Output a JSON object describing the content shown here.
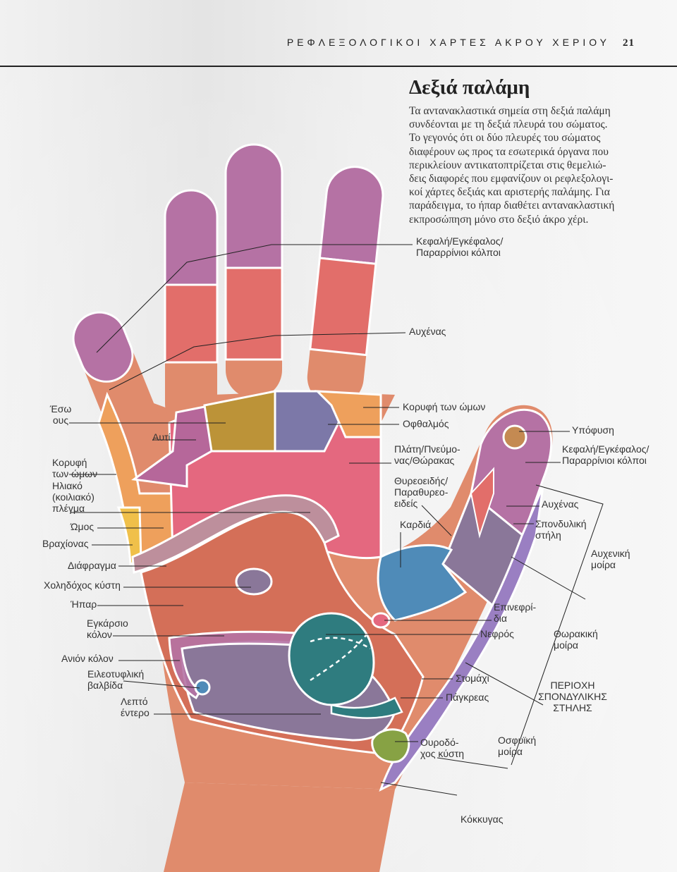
{
  "header": {
    "running_title": "ΡΕΦΛΕΞΟΛΟΓΙΚΟΙ ΧΑΡΤΕΣ ΑΚΡΟΥ ΧΕΡΙΟΥ",
    "page_number": "21"
  },
  "article": {
    "title": "Δεξιά παλάμη",
    "intro_lines": [
      "Τα αντανακλαστικά σημεία στη δεξιά παλάμη",
      "συνδέονται με τη δεξιά πλευρά του σώματος.",
      "Το γεγονός ότι οι δύο πλευρές του σώματος",
      "διαφέρουν ως προς τα εσωτερικά όργανα που",
      "περικλείουν αντικατοπτρίζεται στις θεμελιώ-",
      "δεις διαφορές που εμφανίζουν οι ρεφλεξολογι-",
      "κοί χάρτες δεξιάς και αριστερής παλάμης. Για",
      "παράδειγμα, το ήπαρ διαθέτει αντανακλαστική",
      "εκπροσώπηση μόνο στο δεξιό άκρο χέρι."
    ]
  },
  "labels": {
    "head_sinus": [
      "Κεφαλή/Εγκέφαλος/",
      "Παραρρίνιοι κόλποι"
    ],
    "neck": [
      "Αυχένας"
    ],
    "inner_ear": [
      "Έσω",
      "ους"
    ],
    "ear": [
      "Αυτί"
    ],
    "shoulder_top_right": [
      "Κορυφή των ώμων"
    ],
    "eye": [
      "Οφθαλμός"
    ],
    "back_lung": [
      "Πλάτη/Πνεύμο-",
      "νας/Θώρακας"
    ],
    "thyroid": [
      "Θυρεοειδής/",
      "Παραθυρεο-",
      "ειδείς"
    ],
    "heart": [
      "Καρδιά"
    ],
    "shoulder_top_left": [
      "Κορυφή",
      "των ώμων"
    ],
    "solar_plexus": [
      "Ηλιακό",
      "(κοιλιακό)",
      "πλέγμα"
    ],
    "shoulder": [
      "Ώμος"
    ],
    "arm": [
      "Βραχίονας"
    ],
    "diaphragm": [
      "Διάφραγμα"
    ],
    "gallbladder": [
      "Χοληδόχος κύστη"
    ],
    "liver": [
      "Ήπαρ"
    ],
    "transverse_colon": [
      "Εγκάρσιο",
      "κόλον"
    ],
    "ascending_colon": [
      "Ανιόν κόλον"
    ],
    "ileocecal_valve": [
      "Ειλεοτυφλική",
      "βαλβίδα"
    ],
    "small_intestine": [
      "Λεπτό",
      "έντερο"
    ],
    "pituitary": [
      "Υπόφυση"
    ],
    "thumb_head_sinus": [
      "Κεφαλή/Εγκέφαλος/",
      "Παραρρίνιοι κόλποι"
    ],
    "thumb_neck": [
      "Αυχένας"
    ],
    "spine": [
      "Σπονδυλική",
      "στήλη"
    ],
    "cervical_part": [
      "Αυχενική",
      "μοίρα"
    ],
    "adrenal": [
      "Επινεφρί-",
      "δια"
    ],
    "kidney": [
      "Νεφρός"
    ],
    "thoracic_part": [
      "Θωρακική",
      "μοίρα"
    ],
    "stomach": [
      "Στομάχι"
    ],
    "pancreas": [
      "Πάγκρεας"
    ],
    "spine_region": [
      "ΠΕΡΙΟΧΗ",
      "ΣΠΟΝΔΥΛΙΚΗΣ",
      "ΣΤΗΛΗΣ"
    ],
    "bladder": [
      "Ουροδό-",
      "χος κύστη"
    ],
    "lumbar_part": [
      "Οσφυϊκή",
      "μοίρα"
    ],
    "coccyx": [
      "Κόκκυγας"
    ]
  },
  "zone_colors": {
    "skin": "#e08b6c",
    "head_zone": "#b572a4",
    "neck_zone": "#e26e6a",
    "palm_center": "#e4687f",
    "ear_zone": "#b6679a",
    "inner_ear_zone": "#bc9338",
    "eye_zone": "#7c78a8",
    "shoulder_zone": "#eea05c",
    "arm_zone": "#f0c04a",
    "diaphragm_band": "#bd8f9c",
    "lower_palm": "#d46f58",
    "intestine_zone": "#8a7799",
    "stomach_zone": "#2f7c7f",
    "heart_zone": "#4f8bb8",
    "spine_zone": "#9a7fc2",
    "bladder_zone": "#87a244",
    "pituitary_zone": "#c48a52",
    "outline": "#ffffff"
  }
}
